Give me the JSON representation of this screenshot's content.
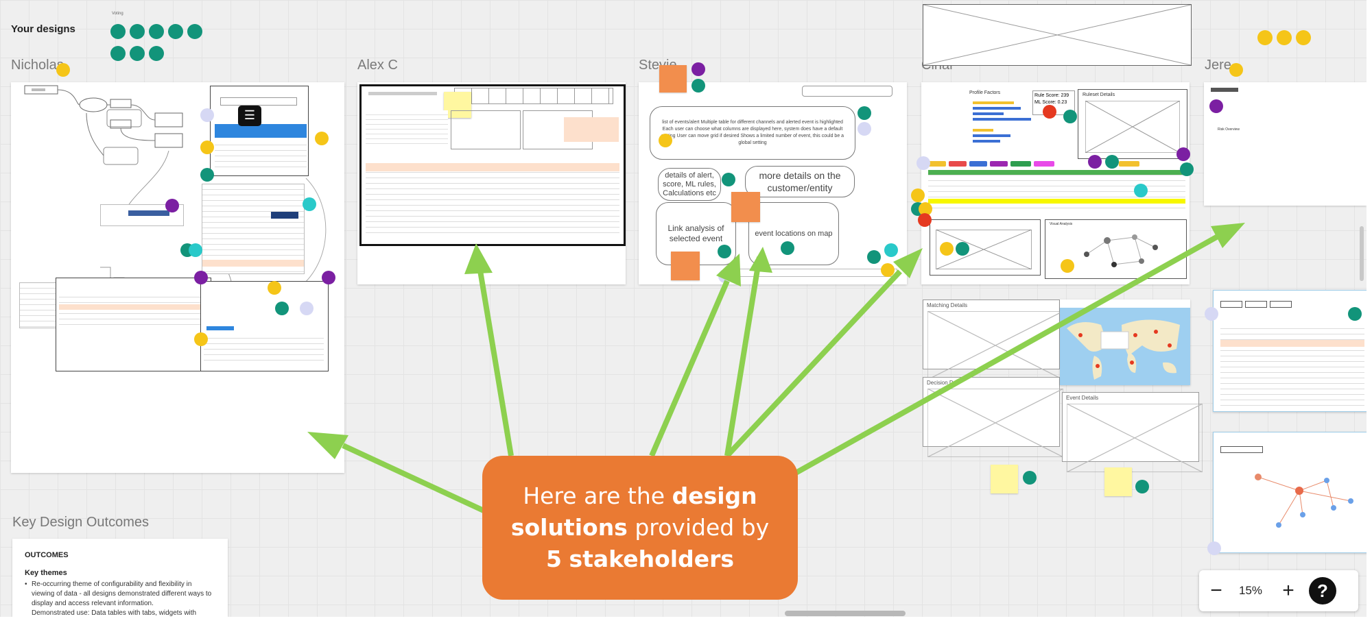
{
  "board": {
    "title": "Your designs",
    "voting_label": "Voting",
    "key_outcomes_title": "Key Design Outcomes"
  },
  "frames": {
    "nicholas": "Nicholas",
    "alex": "Alex C",
    "stevie": "Stevie",
    "cinar": "Cinar",
    "jere": "Jere"
  },
  "stevie_wire": {
    "list_text": "list of events/alert Multiple table for different channels and alerted event is highlighted Each user can choose what columns are displayed here, system does have a default setting User can move grid if desired Shows a limited number of event, this could be a global setting",
    "details_alert": "details of alert, score, ML rules, Calculations etc",
    "more_details": "more details on the customer/entity",
    "link_analysis": "Link analysis of selected event",
    "event_locations": "event locations on map"
  },
  "cinar_wire": {
    "profile_factors": "Profile Factors",
    "rule_score": "Rule Score: 239",
    "ml_score": "ML Score: 0.23",
    "ruleset_details": "Ruleset Details",
    "matching_details": "Matching Details",
    "decision_details": "Decision D",
    "event_details": "Event Details",
    "visual_analysis": "Visual Analysis"
  },
  "jere_wire": {
    "title": "Risk Overview"
  },
  "outcomes_card": {
    "heading": "OUTCOMES",
    "subheading": "Key themes",
    "bullet": "Re-occurring theme of configurability and flexibility in viewing of data - all designs demonstrated different ways to display and access relevant information.",
    "bullet2": "Demonstrated use: Data tables with tabs, widgets with"
  },
  "callout": {
    "t1": "Here are the ",
    "b1": "design",
    "b2": "solutions",
    "t2": " provided by ",
    "b3": "5",
    "b4": "stakeholders"
  },
  "zoom": {
    "minus": "−",
    "level": "15%",
    "plus": "+",
    "help": "?"
  },
  "colors": {
    "arrow": "#8dd04f",
    "callout": "#ea7a33",
    "vote_dot": "#12947a",
    "yellow_dot": "#f5c518",
    "purple_dot": "#7b1fa2"
  }
}
